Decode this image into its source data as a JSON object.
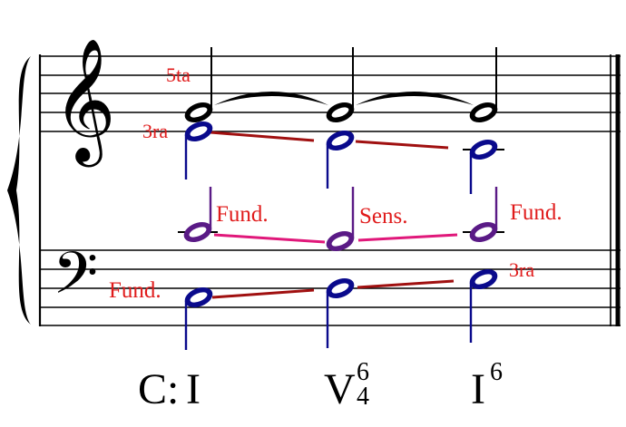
{
  "colors": {
    "staff": "#000000",
    "label_red": "#e01b1b",
    "soprano_voice": "#000000",
    "alto_voice": "#0a0a8c",
    "tenor_voice": "#5a1a86",
    "bass_voice": "#0a0a8c",
    "line_alto_bass": "#a01010",
    "line_tenor": "#e0187a"
  },
  "icons": {
    "treble_clef": "𝄞",
    "bass_clef": "𝄢"
  },
  "annotations": {
    "soprano_interval": "5ta",
    "alto_interval": "3ra",
    "tenor_chord1": "Fund.",
    "tenor_chord2": "Sens.",
    "tenor_chord3": "Fund.",
    "bass_chord1": "Fund.",
    "bass_chord3": "3ra"
  },
  "analysis": {
    "key": "C:",
    "chord1": "I",
    "chord2_numeral": "V",
    "chord2_figure_top": "6",
    "chord2_figure_bottom": "4",
    "chord3_numeral": "I",
    "chord3_figure": "6"
  }
}
